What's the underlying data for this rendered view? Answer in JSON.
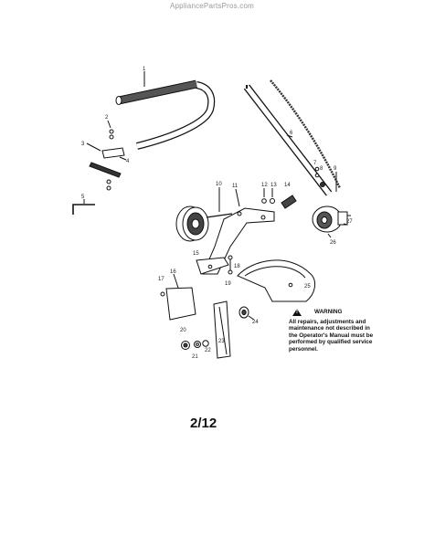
{
  "header": {
    "watermark": "AppliancePartsPros.com"
  },
  "callouts": [
    "1",
    "2",
    "3",
    "4",
    "5",
    "6",
    "7",
    "8",
    "9",
    "10",
    "11",
    "12",
    "13",
    "14",
    "15",
    "16",
    "17",
    "18",
    "19",
    "20",
    "21",
    "22",
    "23",
    "24",
    "25",
    "26",
    "27"
  ],
  "warning": {
    "title": "WARNING",
    "lines": [
      "All repairs, adjustments and",
      "maintenance not described in",
      "the Operator's Manual must be",
      "performed by qualified service",
      "personnel."
    ]
  },
  "page_number": "2/12"
}
